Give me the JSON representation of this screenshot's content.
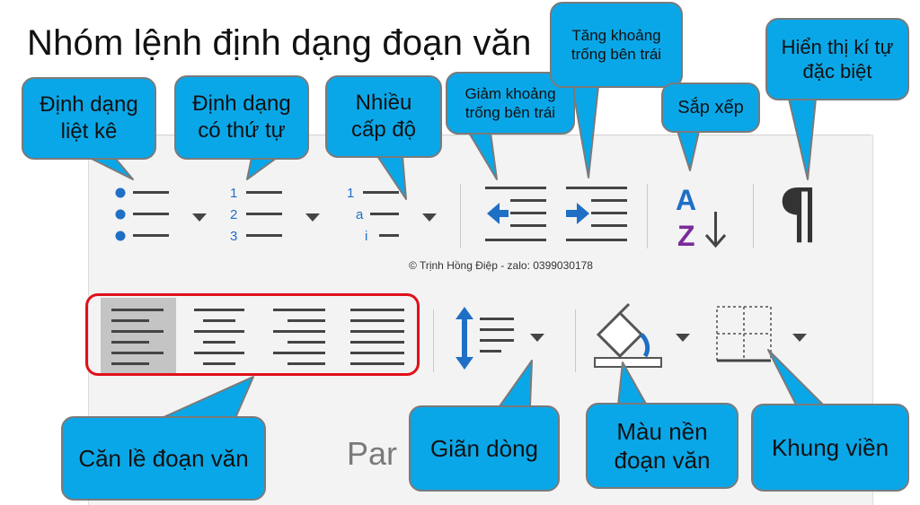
{
  "title": "Nhóm lệnh định dạng đoạn văn",
  "copyright": "© Trịnh Hồng Điệp - zalo: 0399030178",
  "ribbon": {
    "group_label": "Par"
  },
  "callouts": {
    "bullets": "Định dạng\nliệt kê",
    "numbering": "Định dạng\ncó thứ tự",
    "multilevel": "Nhiều\ncấp độ",
    "decrease_indent": "Giảm khoảng\ntrống bên trái",
    "increase_indent": "Tăng khoảng\ntrống bên trái",
    "sort": "Sắp xếp",
    "show_marks": "Hiển thị kí tự\nđặc biệt",
    "alignment": "Căn lề đoạn văn",
    "line_spacing": "Giãn dòng",
    "shading": "Màu nền\nđoạn văn",
    "borders": "Khung viền"
  },
  "icons": {
    "numbering_digits": [
      "1",
      "2",
      "3"
    ],
    "multilevel_marks": [
      "1",
      "a",
      "i"
    ],
    "sort_letters": [
      "A",
      "Z"
    ],
    "pilcrow": "¶"
  },
  "colors": {
    "callout_fill": "#0aa7e8",
    "alignment_box_border": "#e0101a",
    "icon_blue": "#1f6fc5",
    "sort_purple": "#7a2a9a",
    "ribbon_bg": "#f3f3f3"
  }
}
